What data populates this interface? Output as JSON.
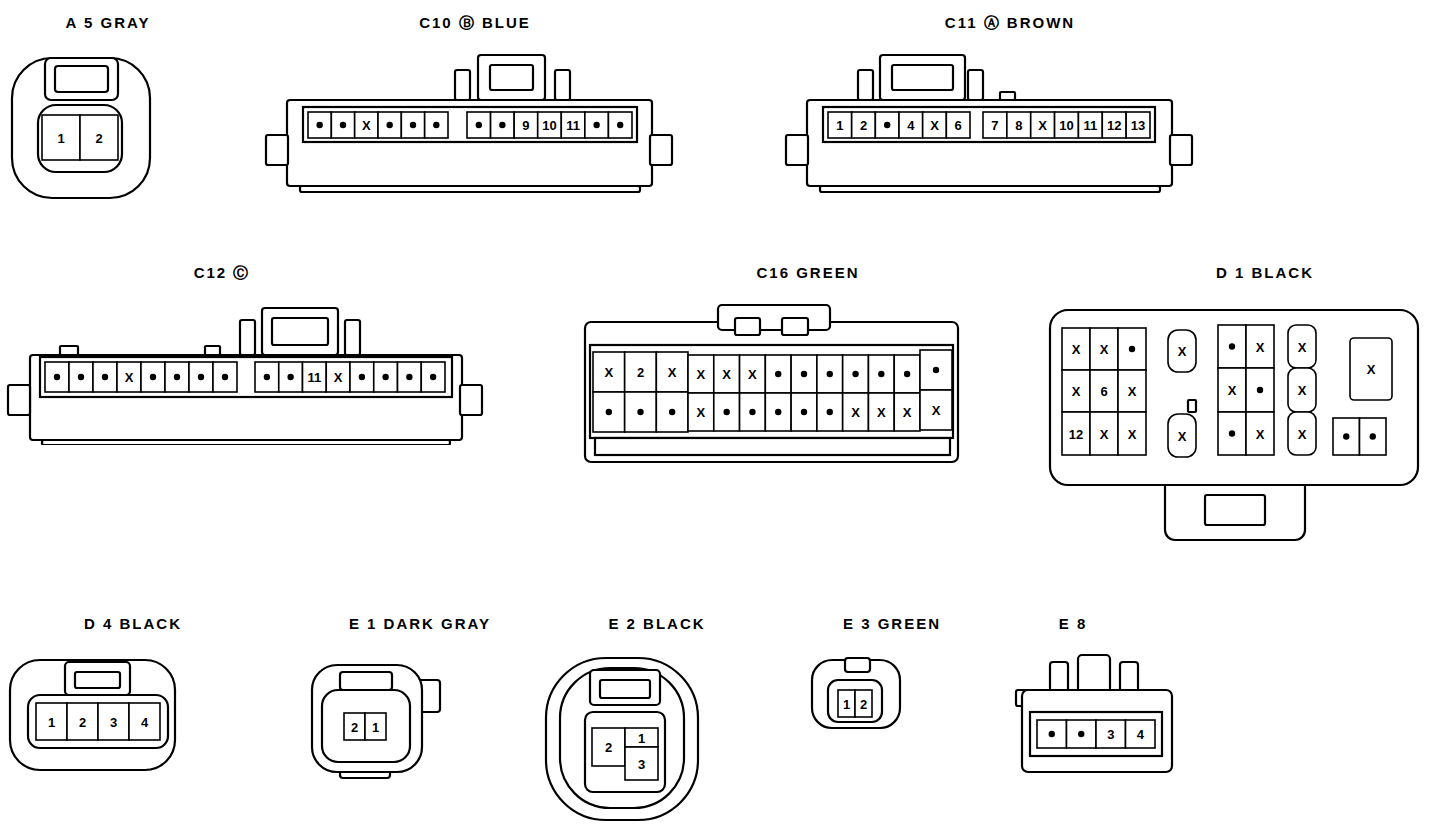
{
  "diagram": {
    "nodes": [
      {
        "text": [
          "A 5 GRAY",
          "1",
          "2"
        ]
      },
      {
        "text": [
          "C10 Ⓑ BLUE",
          "X",
          "9",
          "10",
          "11"
        ]
      },
      {
        "text": [
          "C11 Ⓐ BROWN",
          "1",
          "2",
          "4",
          "X",
          "6",
          "7",
          "8",
          "X",
          "10",
          "11",
          "12",
          "13"
        ]
      },
      {
        "text": [
          "C12 Ⓒ",
          "X",
          "11",
          "X"
        ]
      },
      {
        "text": [
          "C16 GREEN",
          "X",
          "2",
          "X",
          "X",
          "X",
          "X",
          "X",
          "X",
          "X",
          "X",
          "X"
        ]
      },
      {
        "text": [
          "D 1 BLACK",
          "X",
          "X",
          "X",
          "6",
          "X",
          "12",
          "X",
          "X",
          "X",
          "X",
          "X",
          "X",
          "X",
          "X",
          "X",
          "X",
          "X"
        ]
      },
      {
        "text": [
          "D 4 BLACK",
          "1",
          "2",
          "3",
          "4"
        ]
      },
      {
        "text": [
          "E 1 DARK GRAY",
          "2",
          "1"
        ]
      },
      {
        "text": [
          "E 2 BLACK",
          "2",
          "1",
          "3"
        ]
      },
      {
        "text": [
          "E 3 GREEN",
          "1",
          "2"
        ]
      },
      {
        "text": [
          "E 8",
          "3",
          "4"
        ]
      }
    ]
  }
}
